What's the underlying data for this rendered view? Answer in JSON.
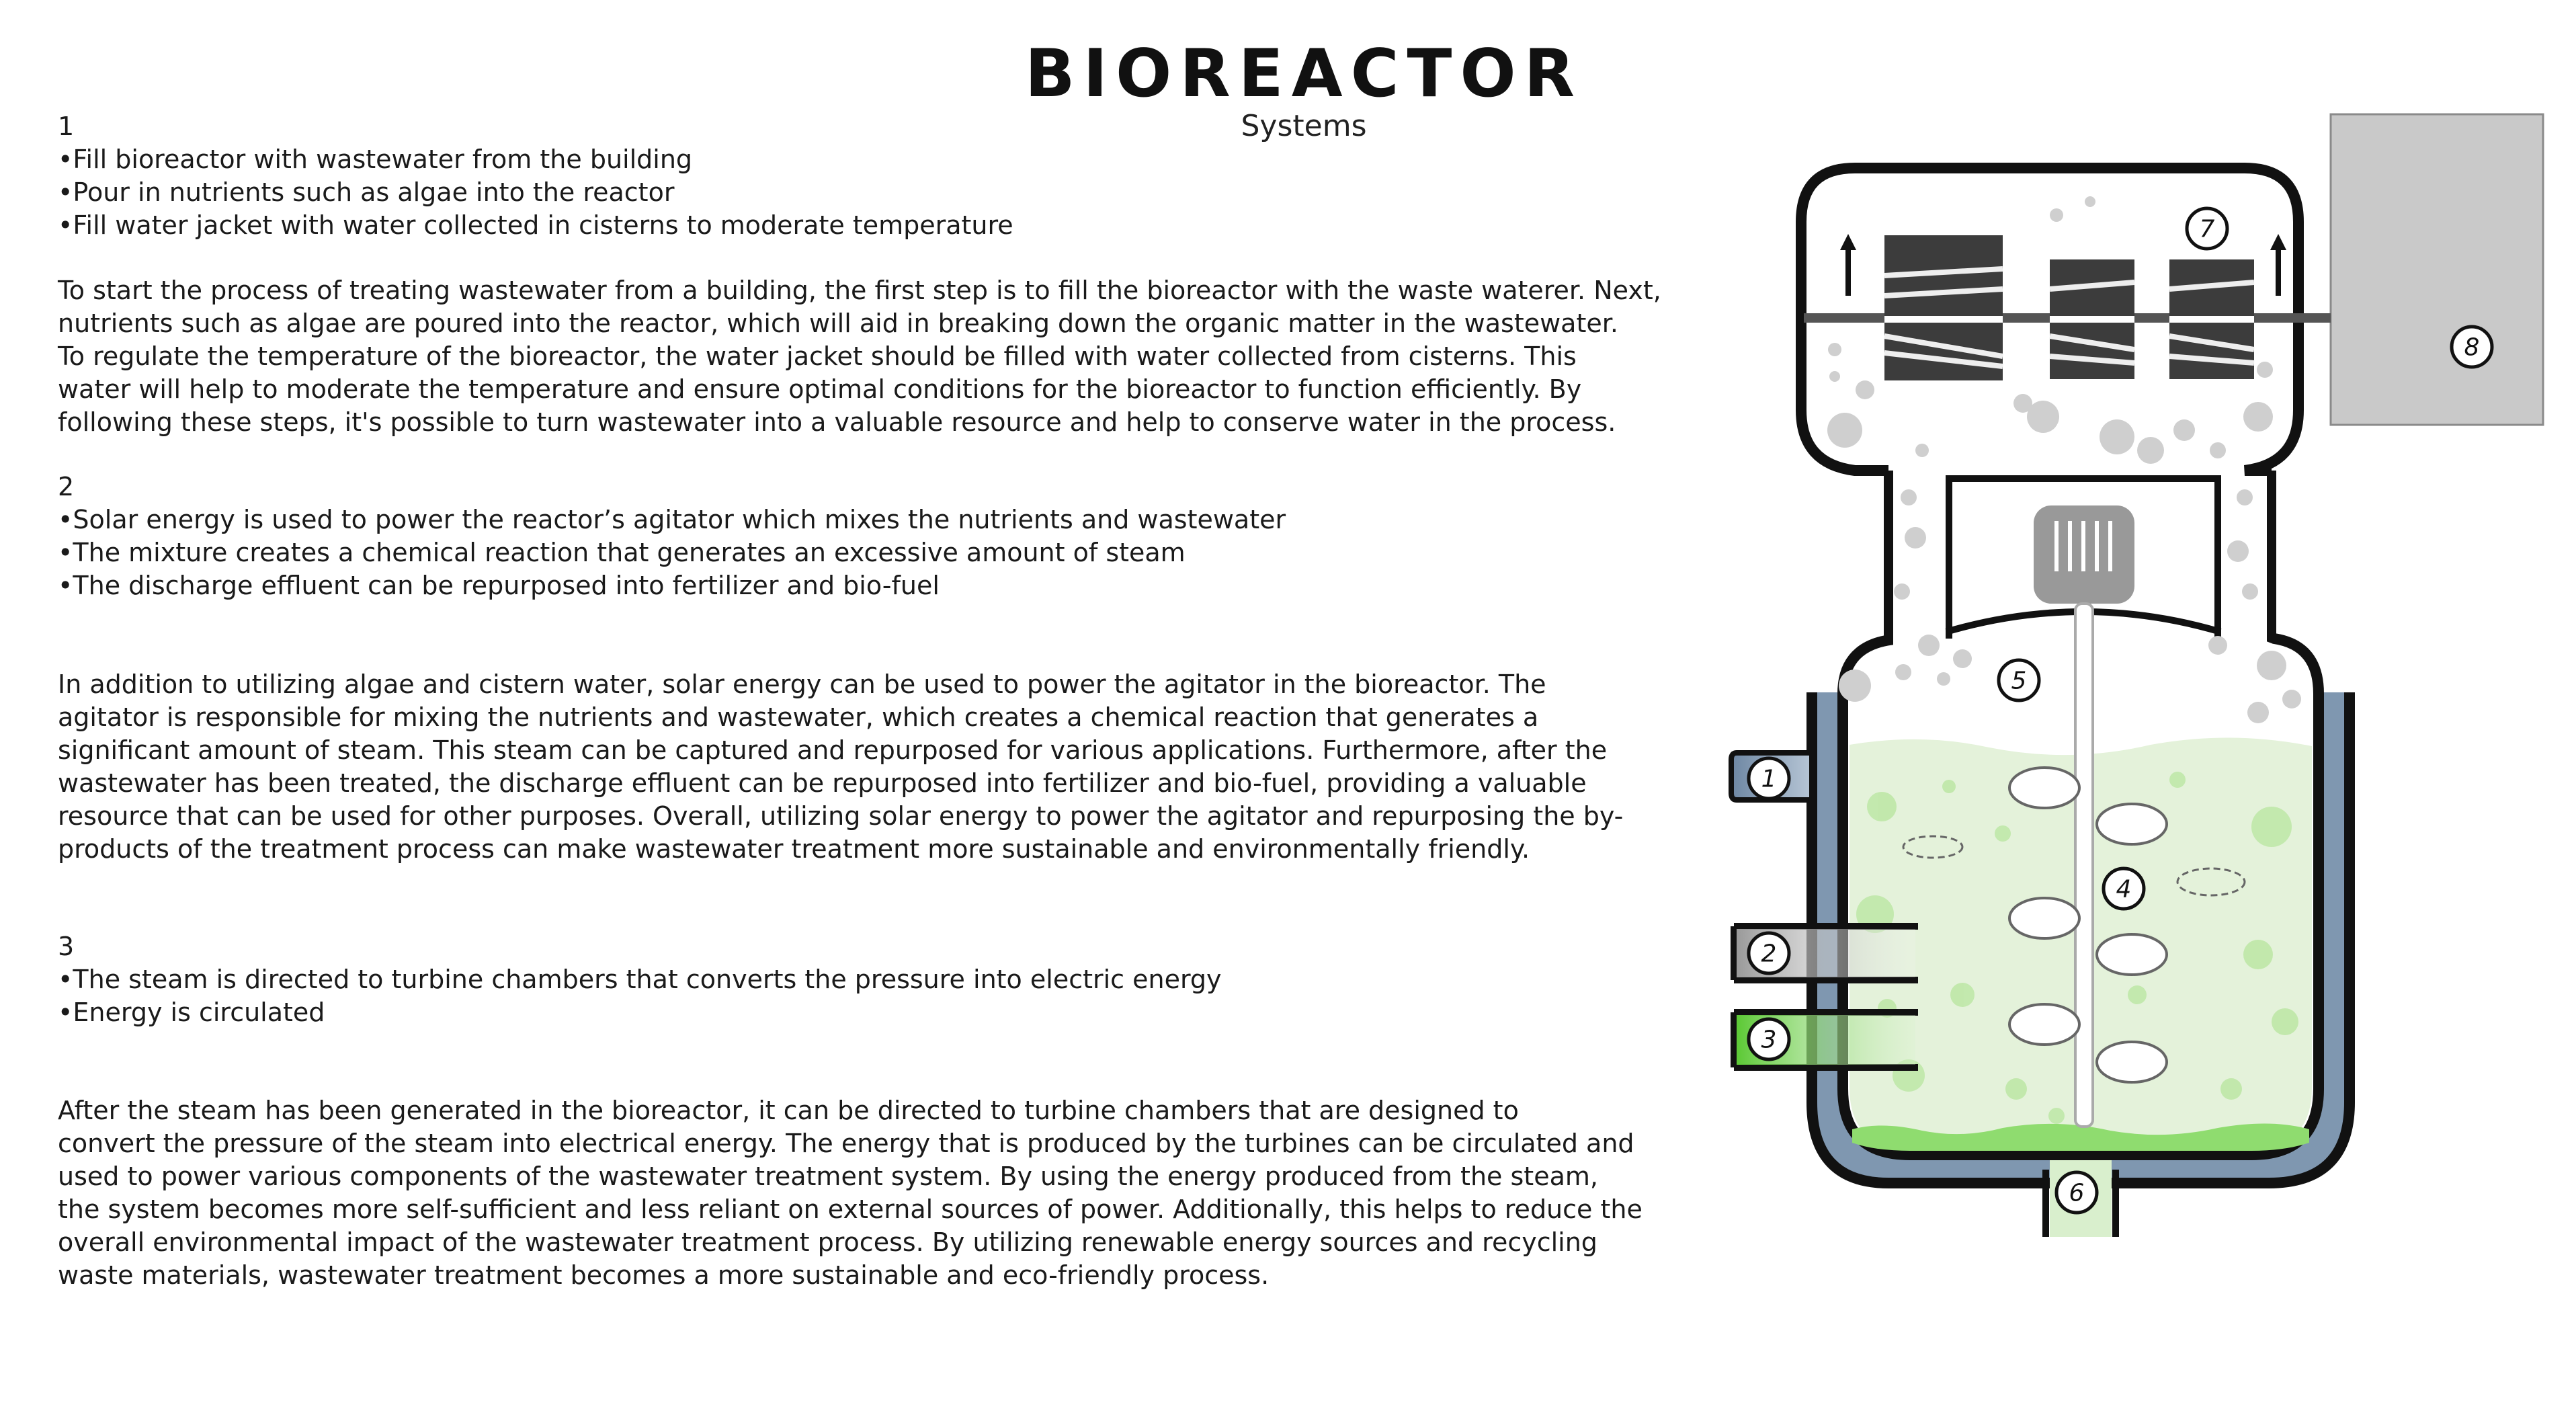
{
  "title": "BIOREACTOR",
  "subtitle": "Systems",
  "steps": [
    {
      "number": "1",
      "bullets": [
        "•Fill bioreactor with wastewater from the building",
        "•Pour in nutrients such as algae into the reactor",
        "•Fill water jacket with water collected in cisterns to moderate temperature"
      ],
      "paragraph_lines": [
        "To start the process of treating wastewater from a building, the first step is to fill the bioreactor with the waste waterer. Next,",
        "nutrients such as algae are poured into the reactor, which will aid in breaking down the organic matter in the wastewater.",
        "To regulate the temperature of the bioreactor, the water jacket should be filled with water collected from cisterns. This",
        "water will help to moderate the temperature and ensure optimal conditions for the bioreactor to function efficiently. By",
        "following these steps, it's possible to turn wastewater into a valuable resource and help to conserve water in the process."
      ]
    },
    {
      "number": "2",
      "bullets": [
        "•Solar energy is used to power the reactor’s agitator which mixes the nutrients and wastewater",
        "•The mixture creates a chemical reaction that generates an excessive amount of steam",
        "•The discharge effluent can be repurposed into fertilizer and bio-fuel"
      ],
      "paragraph_lines": [
        "In addition to utilizing algae and cistern water, solar energy can be used to power the agitator in the bioreactor. The",
        "agitator is responsible for mixing the nutrients and wastewater, which creates a chemical reaction that generates a",
        "significant amount of steam. This steam can be captured and repurposed for various applications. Furthermore, after the",
        "wastewater has been treated, the discharge effluent can be repurposed into fertilizer and bio-fuel, providing a valuable",
        "resource that can be used for other purposes. Overall, utilizing solar energy to power the agitator and repurposing the by-",
        "products of the treatment process can make wastewater treatment more sustainable and environmentally friendly."
      ]
    },
    {
      "number": "3",
      "bullets": [
        "•The steam is directed to turbine chambers that converts the pressure into electric energy",
        "•Energy is circulated"
      ],
      "paragraph_lines": [
        "After the steam has been generated in the bioreactor, it can be directed to turbine chambers that are designed to",
        "convert the pressure of the steam into electrical energy. The energy that is produced by the turbines can be circulated and",
        "used to power various components of the wastewater treatment system. By using the energy produced from the steam,",
        "the system becomes more self-sufficient and less reliant on external sources of power. Additionally, this helps to reduce the",
        "overall environmental impact of the wastewater treatment process. By utilizing renewable energy sources and recycling",
        "waste materials, wastewater treatment becomes a more sustainable and eco-friendly process."
      ]
    }
  ],
  "diagram": {
    "labels": [
      "1",
      "2",
      "3",
      "4",
      "5",
      "6",
      "7",
      "8"
    ],
    "colors": {
      "liquid": "#e4f2da",
      "algae": "#8fdc6f",
      "water_jacket": "#7f97b0",
      "inlet_1": "#6e87a3",
      "inlet_2": "#a9a9a9",
      "inlet_3": "#6ccf45",
      "generator": "#c9c9c9",
      "turbine": "#3c3c3c"
    }
  }
}
